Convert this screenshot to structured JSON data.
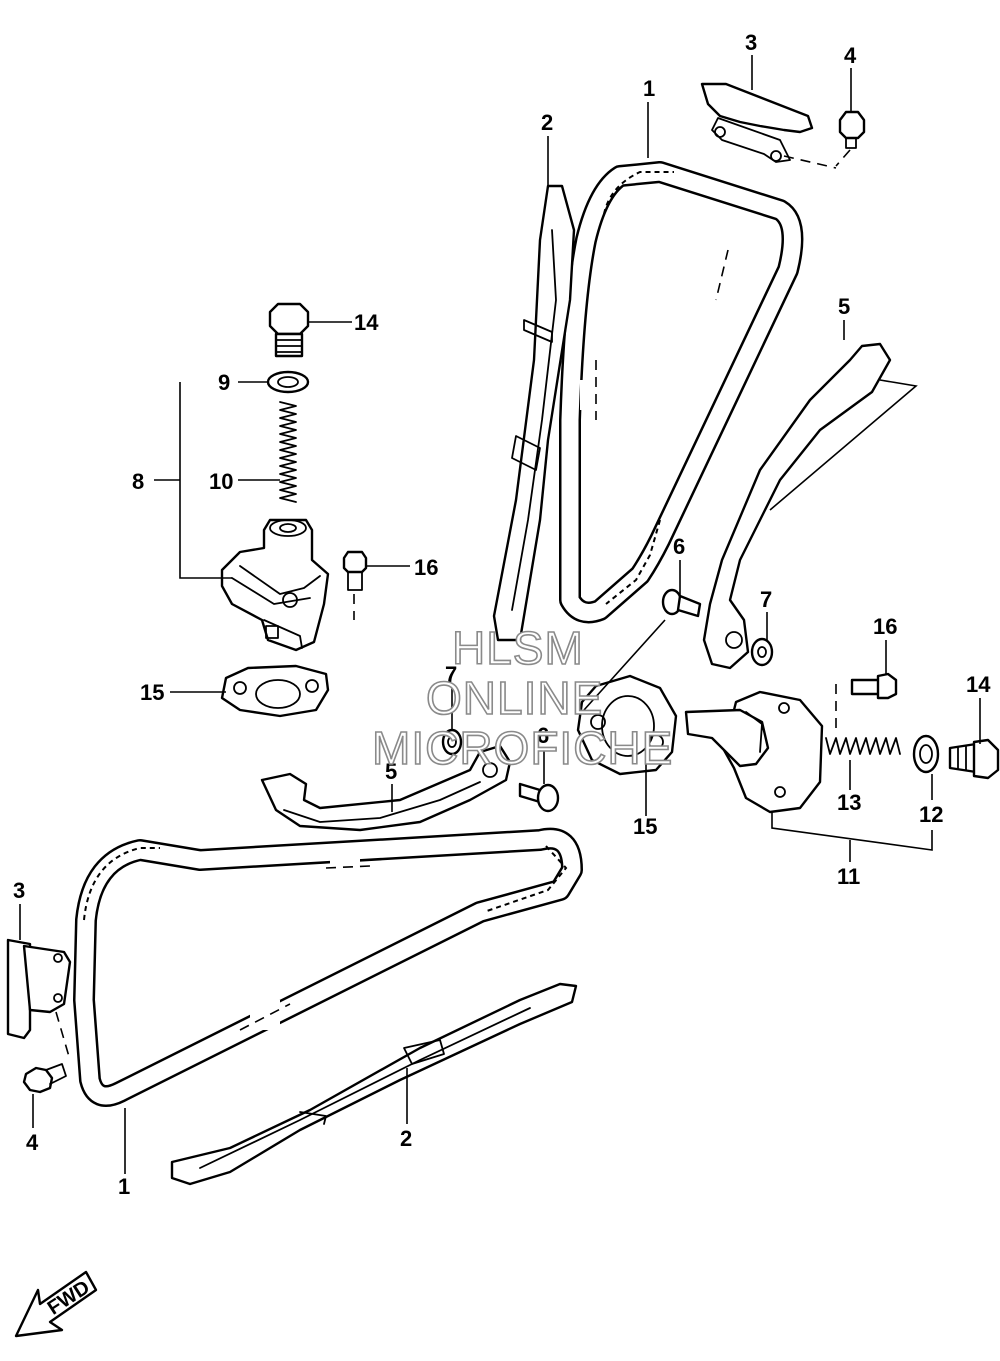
{
  "callouts": {
    "c1_top": "1",
    "c2_top": "2",
    "c3_top": "3",
    "c4_top": "4",
    "c5_right": "5",
    "c6_mid": "6",
    "c7_right": "7",
    "c14_top": "14",
    "c9": "9",
    "c8": "8",
    "c10": "10",
    "c16_left": "16",
    "c15_left": "15",
    "c7_mid": "7",
    "c6_low": "6",
    "c5_mid": "5",
    "c15_mid": "15",
    "c16_right": "16",
    "c14_right": "14",
    "c13": "13",
    "c12": "12",
    "c11": "11",
    "c3_left": "3",
    "c4_left": "4",
    "c2_low": "2",
    "c1_low": "1"
  },
  "watermark": {
    "line1": "HLSM",
    "line2": "ONLINE",
    "line3": "MICROFICHE"
  },
  "fwd_label": "FWD"
}
